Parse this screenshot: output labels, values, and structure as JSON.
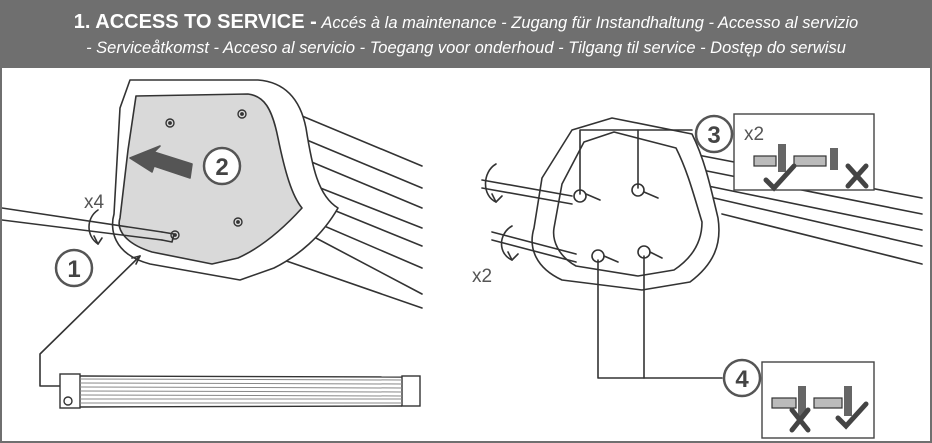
{
  "header": {
    "step_title": "1. ACCESS TO SERVICE -",
    "line1_translations": "Accés à la maintenance - Zugang für Instandhaltung - Accesso al servizio",
    "line2_translations": "- Serviceåtkomst - Acceso al servicio - Toegang voor onderhoud - Tilgang til service - Dostęp do serwisu"
  },
  "steps": {
    "step1": "1",
    "step2": "2",
    "step3": "3",
    "step4": "4"
  },
  "multipliers": {
    "screws_x4": "x4",
    "screws_x2": "x2",
    "detail_x2": "x2"
  },
  "colors": {
    "header_bg": "#6f6f6f",
    "line_art": "#333333",
    "panel_fill": "#d9d9d9",
    "badge_stroke": "#555555"
  },
  "icons": {
    "correct": "check-mark-icon",
    "incorrect": "cross-mark-icon"
  }
}
